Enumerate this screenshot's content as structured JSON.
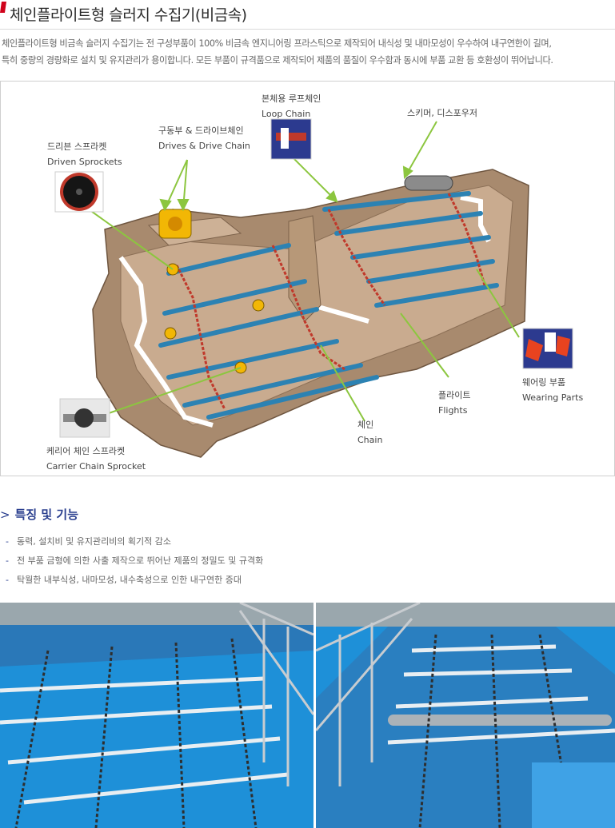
{
  "header": {
    "title": "체인플라이트형 슬러지 수집기(비금속)",
    "description": [
      "체인플라이트형 비금속 슬러지 수집기는 전 구성부품이 100% 비금속 엔지니어링 프라스틱으로 제작되어 내식성 및 내마모성이 우수하여 내구연한이 길며,",
      "특히 중량의 경량화로 설치 및 유지관리가 용이합니다. 모든 부품이 규격품으로 제작되어 제품의 품질이 우수함과 동시에 부품 교환 등 호환성이 뛰어납니다."
    ]
  },
  "diagram": {
    "labels": {
      "driven_sprockets": {
        "ko": "드리븐 스프라켓",
        "en": "Driven Sprockets"
      },
      "drives": {
        "ko": "구동부 & 드라이브체인",
        "en": "Drives & Drive Chain"
      },
      "loop_chain": {
        "ko": "본체용 루프체인",
        "en": "Loop Chain"
      },
      "skimmer": {
        "ko": "스키머, 디스포우저",
        "en": ""
      },
      "wearing_parts": {
        "ko": "웨어링 부품",
        "en": "Wearing Parts"
      },
      "flights": {
        "ko": "플라이트",
        "en": "Flights"
      },
      "chain": {
        "ko": "체인",
        "en": "Chain"
      },
      "carrier_sprocket": {
        "ko": "케리어 체인 스프라켓",
        "en": "Carrier Chain Sprocket"
      }
    }
  },
  "features": {
    "heading": "특징 및 기능",
    "items": [
      "동력, 설치비 및 유지관리비의 획기적 감소",
      "전 부품 금형에 의한 사출 제작으로 뛰어난 제품의 정밀도 및 규격화",
      "탁월한 내부식성, 내마모성, 내수축성으로 인한 내구연한 증대"
    ]
  },
  "colors": {
    "accent": "#2a3f8f",
    "title_mark": "#d0021b",
    "leader_line": "#8cc63f",
    "tank_concrete": "#a88a6e",
    "flight_blue": "#3aa0d0",
    "chain_red": "#c0392b",
    "pool_blue": "#1e90d8"
  }
}
